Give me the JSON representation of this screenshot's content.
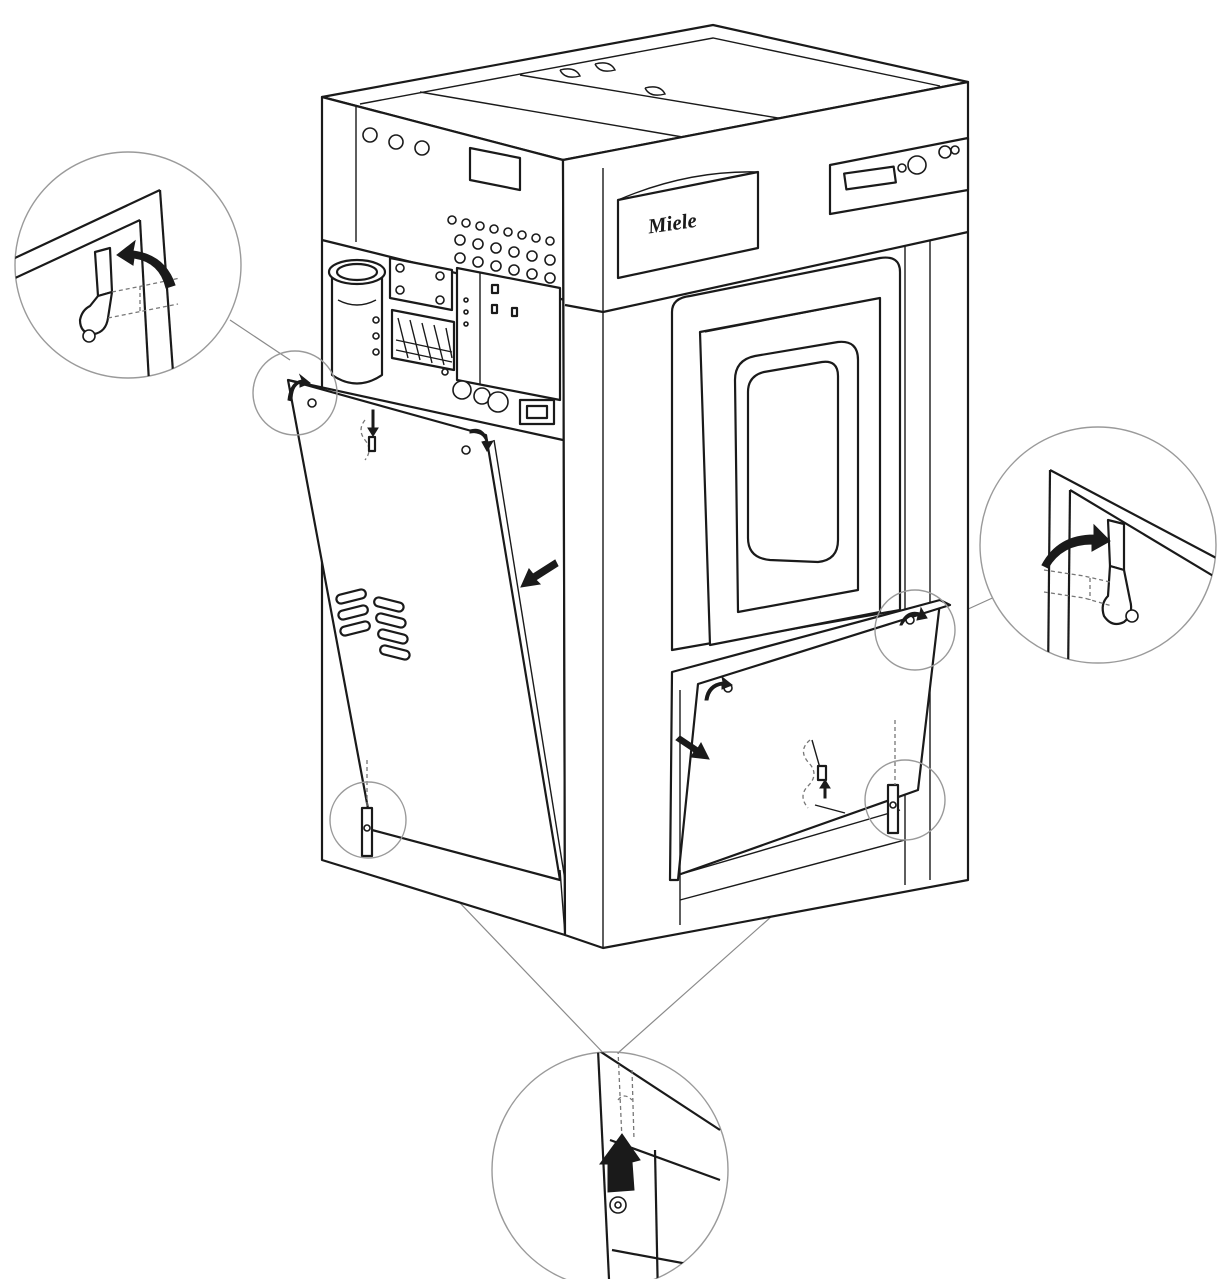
{
  "brand": {
    "logo_text": "Miele"
  },
  "callouts": [
    {
      "name": "top-left-hinge-detail"
    },
    {
      "name": "right-hinge-detail"
    },
    {
      "name": "bottom-lift-detail"
    }
  ],
  "colors": {
    "line": "#1a1a1a",
    "leader": "#8a8a8a",
    "background": "#ffffff"
  }
}
